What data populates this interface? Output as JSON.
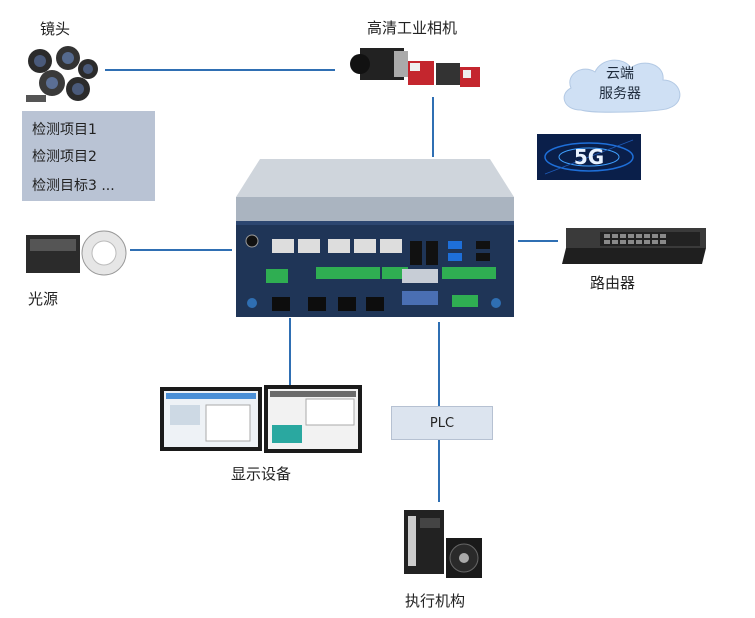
{
  "nodes": {
    "lens": "镜头",
    "camera": "高清工业相机",
    "cloud_line1": "云端",
    "cloud_line2": "服务器",
    "light": "光源",
    "router": "路由器",
    "display": "显示设备",
    "plc": "PLC",
    "actuator": "执行机构"
  },
  "inspection_items": [
    "检测项目1",
    "检测项目2",
    "检测目标3 ..."
  ],
  "badge_5g": "5G",
  "colors": {
    "connector": "#2f6fb3",
    "panel": "#b9c3d4",
    "plc_fill": "#dce4ef",
    "device_body": "#1f3557"
  }
}
